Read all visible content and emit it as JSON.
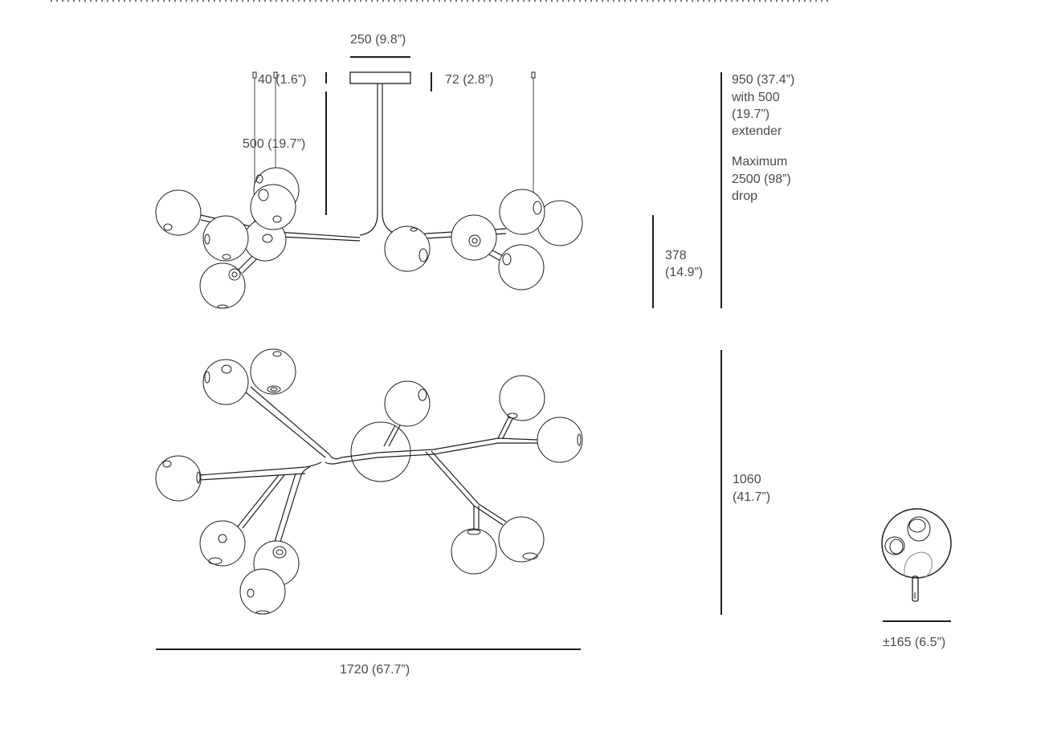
{
  "labels": {
    "canopy_width": "250 (9.8”)",
    "wire_spacing": "40 (1.6”)",
    "canopy_height": "72 (2.8”)",
    "extender": "500 (19.7”)",
    "overall_drop": [
      "950 (37.4”)",
      "with 500",
      "(19.7”)",
      "extender"
    ],
    "max_drop": [
      "Maximum",
      "2500 (98”)",
      "drop"
    ],
    "body_height": [
      "378",
      "(14.9”)"
    ],
    "plan_depth": [
      "1060",
      "(41.7”)"
    ],
    "overall_width": "1720 (67.7”)",
    "globe_diameter": "±165 (6.5”)"
  },
  "colors": {
    "line": "#1e1e1e",
    "text": "#4a4a4a",
    "dots": "#777777"
  }
}
